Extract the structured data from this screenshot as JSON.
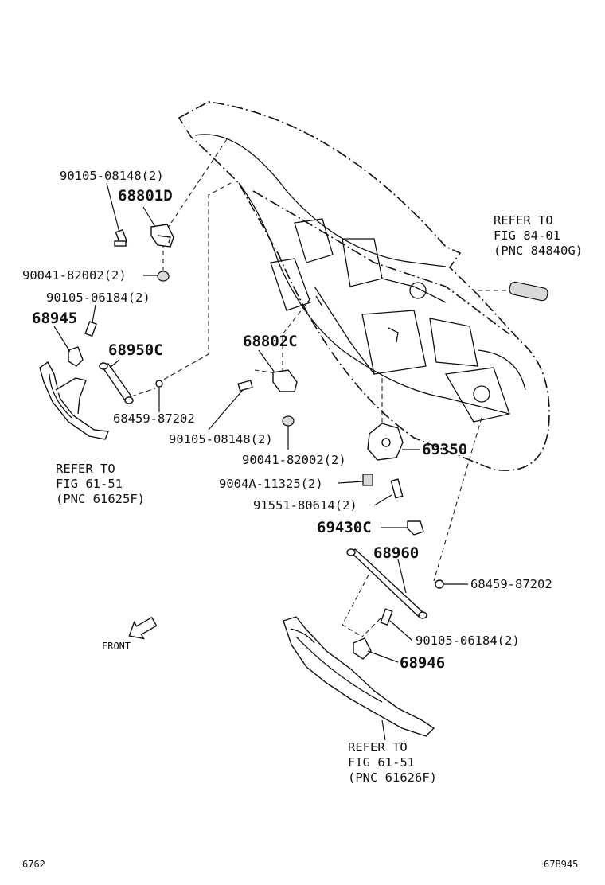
{
  "labels": {
    "l_90105_08148_top": "90105-08148(2)",
    "l_68801D": "68801D",
    "l_90041_82002_top": "90041-82002(2)",
    "l_90105_06184_top": "90105-06184(2)",
    "l_68945": "68945",
    "l_68950C": "68950C",
    "l_68459_87202_left": "68459-87202",
    "l_68802C": "68802C",
    "l_90105_08148_mid": "90105-08148(2)",
    "l_90041_82002_mid": "90041-82002(2)",
    "l_69350": "69350",
    "l_9004A_11325": "9004A-11325(2)",
    "l_91551_80614": "91551-80614(2)",
    "l_69430C": "69430C",
    "l_68960": "68960",
    "l_68459_87202_right": "68459-87202",
    "l_90105_06184_right": "90105-06184(2)",
    "l_68946": "68946"
  },
  "refer_left": {
    "line1": "REFER TO",
    "line2": "FIG 61-51",
    "line3": "(PNC 61625F)"
  },
  "refer_top_right": {
    "line1": "REFER TO",
    "line2": "FIG 84-01",
    "line3": "(PNC 84840G)"
  },
  "refer_bottom": {
    "line1": "REFER TO",
    "line2": "FIG 61-51",
    "line3": "(PNC 61626F)"
  },
  "front_label": "FRONT",
  "footer_left": "6762",
  "footer_right": "67B945"
}
